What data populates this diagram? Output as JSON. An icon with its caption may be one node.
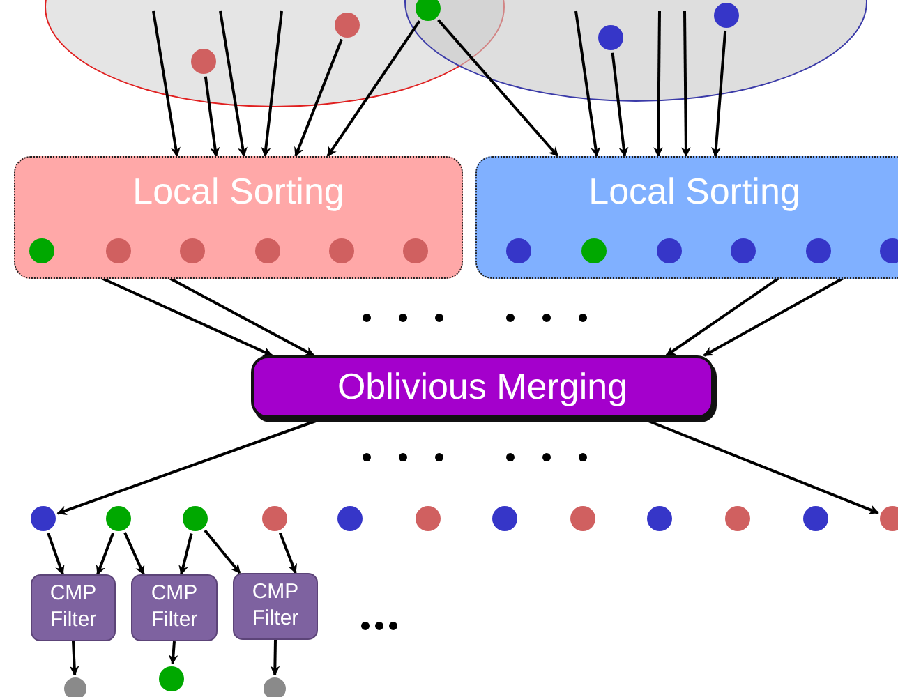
{
  "diagram": {
    "nodes": [
      {
        "text": [],
        "shape": "ellipse"
      },
      {
        "text": [],
        "shape": "ellipse"
      },
      {
        "text": [],
        "shape": "circle",
        "in": 0
      },
      {
        "text": [],
        "shape": "circle",
        "in": 0
      },
      {
        "text": [],
        "shape": "circle"
      },
      {
        "text": [],
        "shape": "circle",
        "in": 1
      },
      {
        "text": [],
        "shape": "circle",
        "in": 1
      },
      {
        "text": [
          "Local Sorting"
        ]
      },
      {
        "text": [],
        "shape": "circle",
        "in": 7
      },
      {
        "text": [],
        "shape": "circle",
        "in": 7
      },
      {
        "text": [],
        "shape": "circle",
        "in": 7
      },
      {
        "text": [],
        "shape": "circle",
        "in": 7
      },
      {
        "text": [],
        "shape": "circle",
        "in": 7
      },
      {
        "text": [],
        "shape": "circle",
        "in": 7
      },
      {
        "text": [
          "Local Sorting"
        ]
      },
      {
        "text": [],
        "shape": "circle",
        "in": 14
      },
      {
        "text": [],
        "shape": "circle",
        "in": 14
      },
      {
        "text": [],
        "shape": "circle",
        "in": 14
      },
      {
        "text": [],
        "shape": "circle",
        "in": 14
      },
      {
        "text": [],
        "shape": "circle",
        "in": 14
      },
      {
        "text": [],
        "shape": "circle",
        "in": 14
      },
      {
        "text": [
          "Oblivious Merging"
        ]
      },
      {
        "text": [],
        "shape": "circle"
      },
      {
        "text": [],
        "shape": "circle"
      },
      {
        "text": [],
        "shape": "circle"
      },
      {
        "text": [],
        "shape": "circle"
      },
      {
        "text": [],
        "shape": "circle"
      },
      {
        "text": [],
        "shape": "circle"
      },
      {
        "text": [],
        "shape": "circle"
      },
      {
        "text": [],
        "shape": "circle"
      },
      {
        "text": [],
        "shape": "circle"
      },
      {
        "text": [],
        "shape": "circle"
      },
      {
        "text": [],
        "shape": "circle"
      },
      {
        "text": [],
        "shape": "circle"
      },
      {
        "text": [
          "CMP Filter"
        ]
      },
      {
        "text": [
          "CMP Filter"
        ]
      },
      {
        "text": [
          "CMP Filter"
        ]
      },
      {
        "text": [],
        "shape": "circle"
      },
      {
        "text": [],
        "shape": "circle"
      },
      {
        "text": [],
        "shape": "circle"
      }
    ],
    "edges": [
      {
        "from": null,
        "to": 7,
        "arrow": "to"
      },
      {
        "from": 2,
        "to": 7,
        "arrow": "to"
      },
      {
        "from": null,
        "to": 7,
        "arrow": "to"
      },
      {
        "from": null,
        "to": 7,
        "arrow": "to"
      },
      {
        "from": 3,
        "to": 7,
        "arrow": "to"
      },
      {
        "from": 4,
        "to": 7,
        "arrow": "to"
      },
      {
        "from": 4,
        "to": 14,
        "arrow": "to"
      },
      {
        "from": null,
        "to": 14,
        "arrow": "to"
      },
      {
        "from": 5,
        "to": 14,
        "arrow": "to"
      },
      {
        "from": null,
        "to": 14,
        "arrow": "to"
      },
      {
        "from": null,
        "to": 14,
        "arrow": "to"
      },
      {
        "from": 6,
        "to": 14,
        "arrow": "to"
      },
      {
        "from": 8,
        "to": 21,
        "arrow": "to"
      },
      {
        "from": 9,
        "to": 21,
        "arrow": "to"
      },
      {
        "from": 19,
        "to": 21,
        "arrow": "to"
      },
      {
        "from": 20,
        "to": 21,
        "arrow": "to"
      },
      {
        "from": 21,
        "to": 22,
        "arrow": "to"
      },
      {
        "from": 21,
        "to": 33,
        "arrow": "to"
      },
      {
        "from": 22,
        "to": 34,
        "arrow": "to"
      },
      {
        "from": 23,
        "to": 34,
        "arrow": "to"
      },
      {
        "from": 23,
        "to": 35,
        "arrow": "to"
      },
      {
        "from": 24,
        "to": 35,
        "arrow": "to"
      },
      {
        "from": 24,
        "to": 36,
        "arrow": "to"
      },
      {
        "from": 25,
        "to": 36,
        "arrow": "to"
      },
      {
        "from": 34,
        "to": 37,
        "arrow": "to"
      },
      {
        "from": 35,
        "to": 38,
        "arrow": "to"
      },
      {
        "from": 36,
        "to": 39,
        "arrow": "to"
      }
    ]
  }
}
